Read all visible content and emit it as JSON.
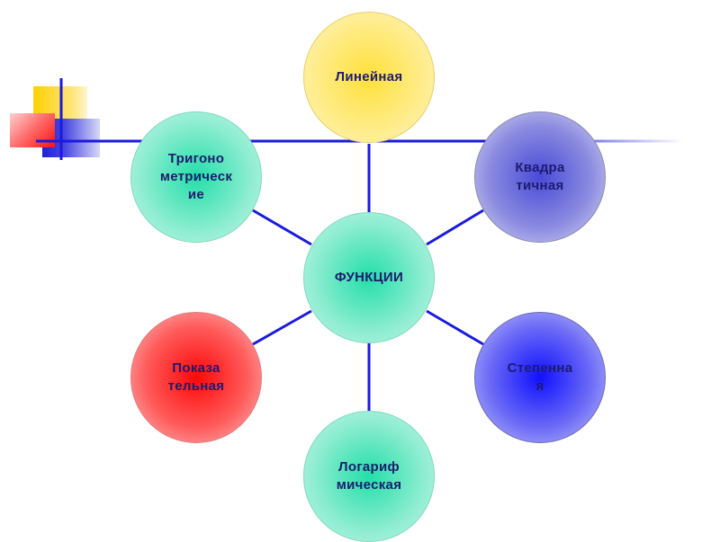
{
  "center": {
    "label": "ФУНКЦИИ"
  },
  "nodes": {
    "linear": "Линейная",
    "quadratic": "Квадра\nтичная",
    "power": "Степенна\nя",
    "logarithmic": "Логариф\nмическая",
    "exponential": "Показа\nтельная",
    "trigonometric": "Тригоно\nметрическ\nие"
  },
  "colors": {
    "line": "#1a1adf",
    "text": "#1c1c6e"
  }
}
